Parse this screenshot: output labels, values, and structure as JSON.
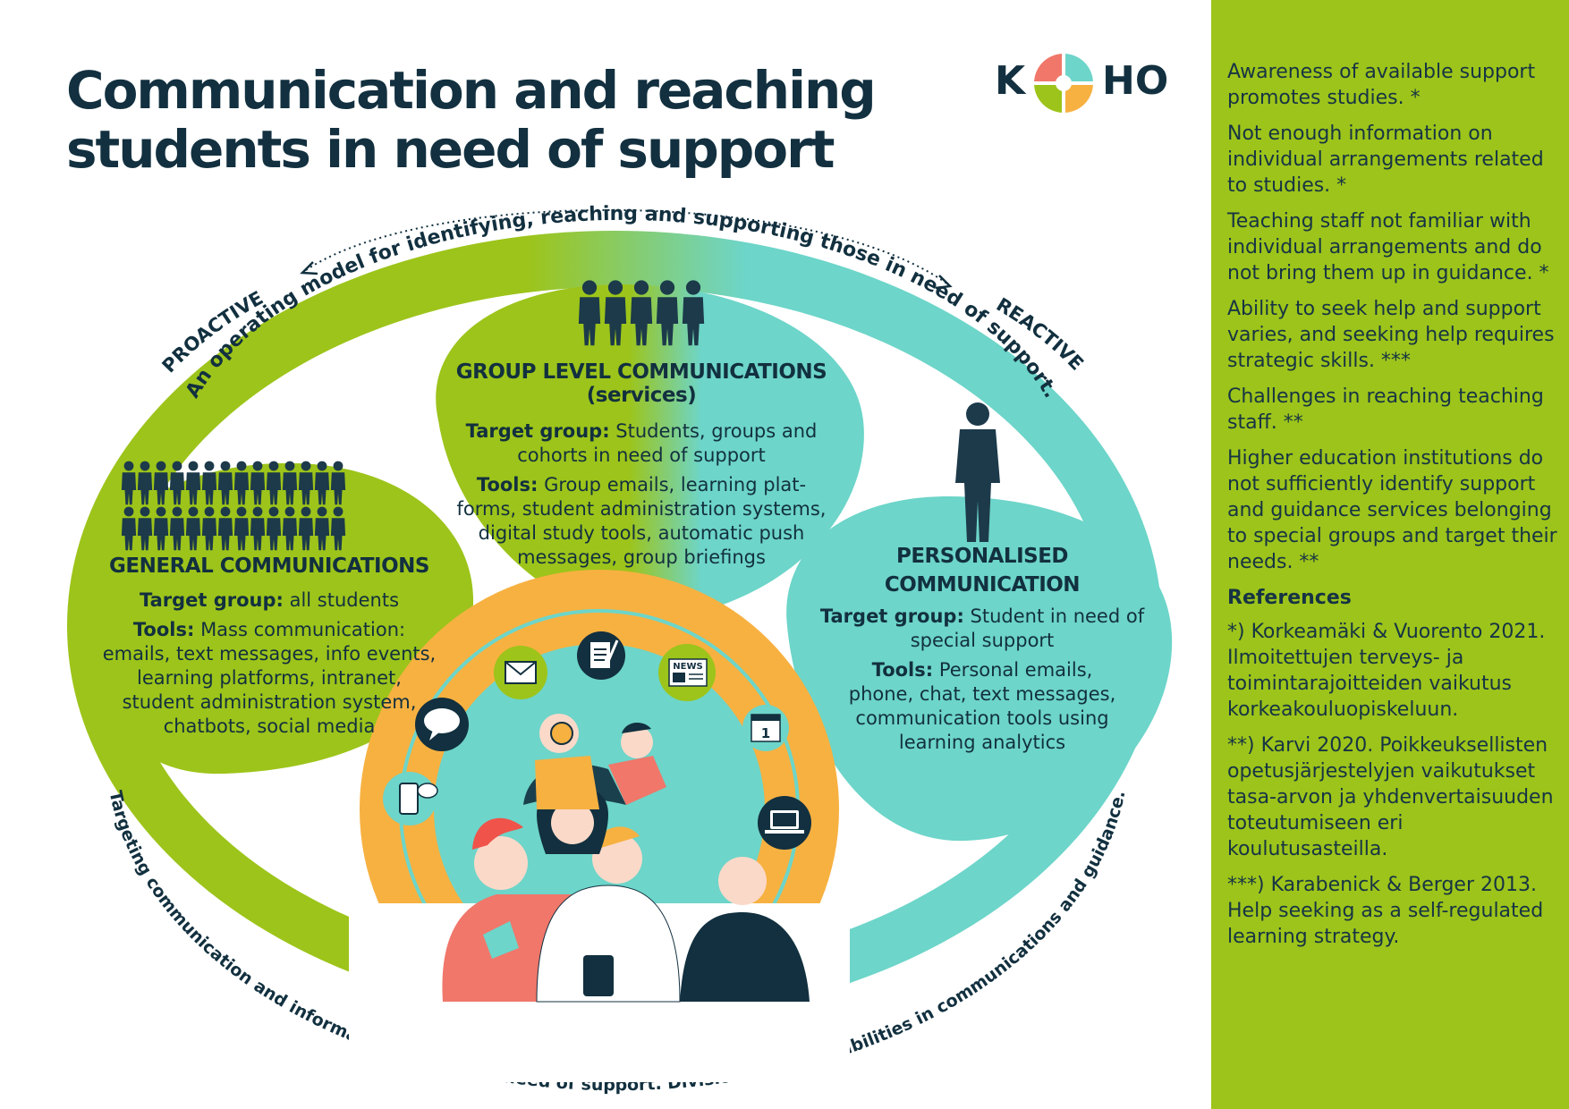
{
  "title": {
    "line1": "Communication and reaching",
    "line2": "students in need of support"
  },
  "logo": {
    "left": "K",
    "right": "HO"
  },
  "arc_labels": {
    "top": "An operating model for identifying, reaching and supporting those in need of support.",
    "bottom": "Targeting communication and information to those in need of support. Division of responsibilities in communications and guidance.",
    "proactive": "PROACTIVE",
    "reactive": "REACTIVE"
  },
  "general": {
    "heading": "GENERAL COMMUNICATIONS",
    "target_label": "Target group:",
    "target_value": " all students",
    "tools_label": "Tools:",
    "tools_lines": [
      " Mass communication:",
      "emails, text messages, info events,",
      "learning platforms, intranet,",
      "student administration system,",
      "chatbots, social media"
    ]
  },
  "group": {
    "heading_line1": "GROUP LEVEL COMMUNICATIONS",
    "heading_line2": "(services)",
    "target_label": "Target group:",
    "target_lines": [
      " Students, groups and",
      "cohorts in need of support"
    ],
    "tools_label": "Tools:",
    "tools_lines": [
      " Group emails, learning plat-",
      "forms, student administration systems,",
      "digital study tools, automatic push",
      "messages, group briefings"
    ]
  },
  "personal": {
    "heading_line1": "PERSONALISED",
    "heading_line2": "COMMUNICATION",
    "target_label": "Target group:",
    "target_lines": [
      " Student in need of",
      "special support"
    ],
    "tools_label": "Tools:",
    "tools_lines": [
      " Personal emails,",
      "phone, chat, text messages,",
      "communication tools using",
      "learning analytics"
    ]
  },
  "icons": {
    "news_label": "NEWS",
    "calendar_day": "1"
  },
  "sidebar": {
    "findings": [
      "Awareness of available support promotes studies. *",
      "Not enough information on individual arrangements related to studies. *",
      "Teaching staff not familiar with individual arrangements and do not bring them up in guidance. *",
      "Ability to seek help and support varies, and seeking help requires strategic skills. ***",
      "Challenges in reaching teaching staff. **",
      "Higher education institutions do not sufficiently identify support and guidance services belonging to special groups and target their needs. **"
    ],
    "references_heading": "References",
    "references": [
      "*) Korkeamäki & Vuorento 2021. Ilmoitettujen terveys- ja toimintarajoitteiden vaikutus korkeakouluopiskeluun.",
      "**) Karvi 2020. Poikkeuksel­listen opetusjärjestelyjen vaikutukset tasa-arvon ja yhdenvertaisuuden toteutu­miseen eri koulutusasteilla.",
      "***) Karabenick & Ber­ger 2013. Help seeking as a self-regulated learning strategy."
    ]
  },
  "colors": {
    "navy": "#12303f",
    "green": "#9dc41a",
    "teal": "#6dd5c9",
    "orange": "#f7b141",
    "coral": "#f0776a"
  }
}
